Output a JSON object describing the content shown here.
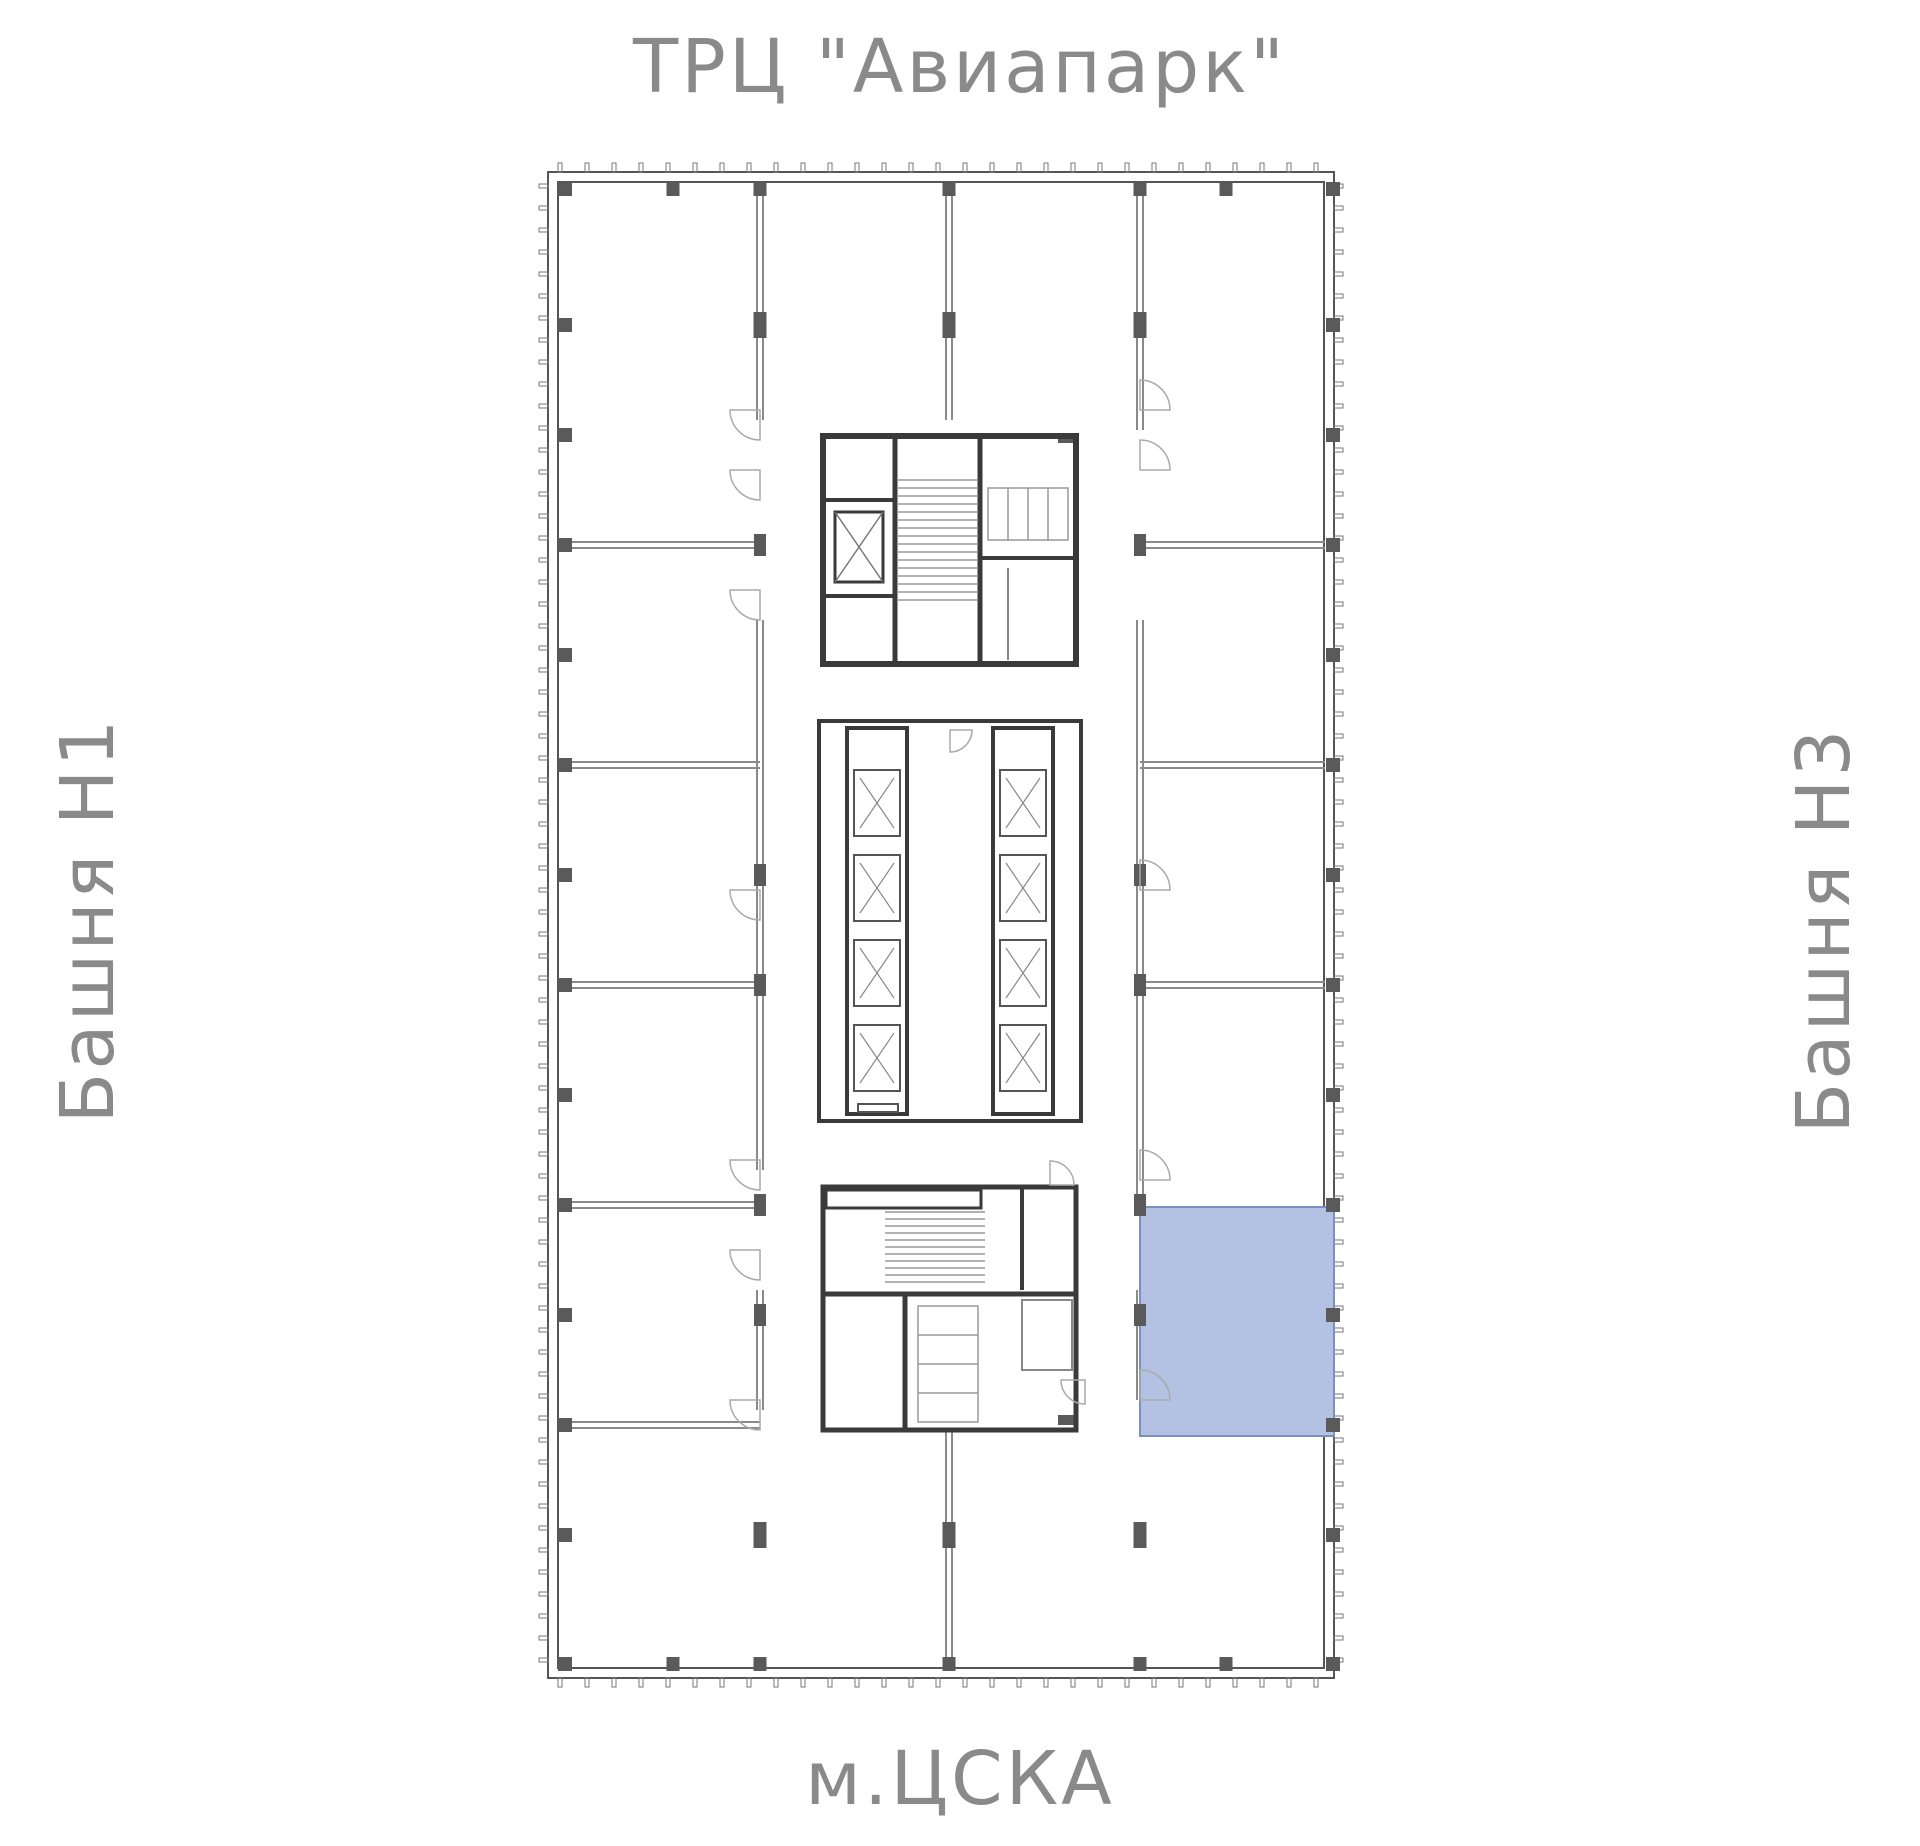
{
  "labels": {
    "top": "ТРЦ \"Авиапарк\"",
    "bottom": "м.ЦСКА",
    "left": "Башня Н1",
    "right": "Башня Н3"
  },
  "colors": {
    "wall": "#3a3a3a",
    "column": "#5a5a5a",
    "partition": "#9a9a9a",
    "highlight": "#b3c2e2",
    "highlight_border": "#7d8fbf",
    "label": "#8a8a8a"
  },
  "highlight": {
    "unit": "selected-office",
    "state": "selected"
  }
}
